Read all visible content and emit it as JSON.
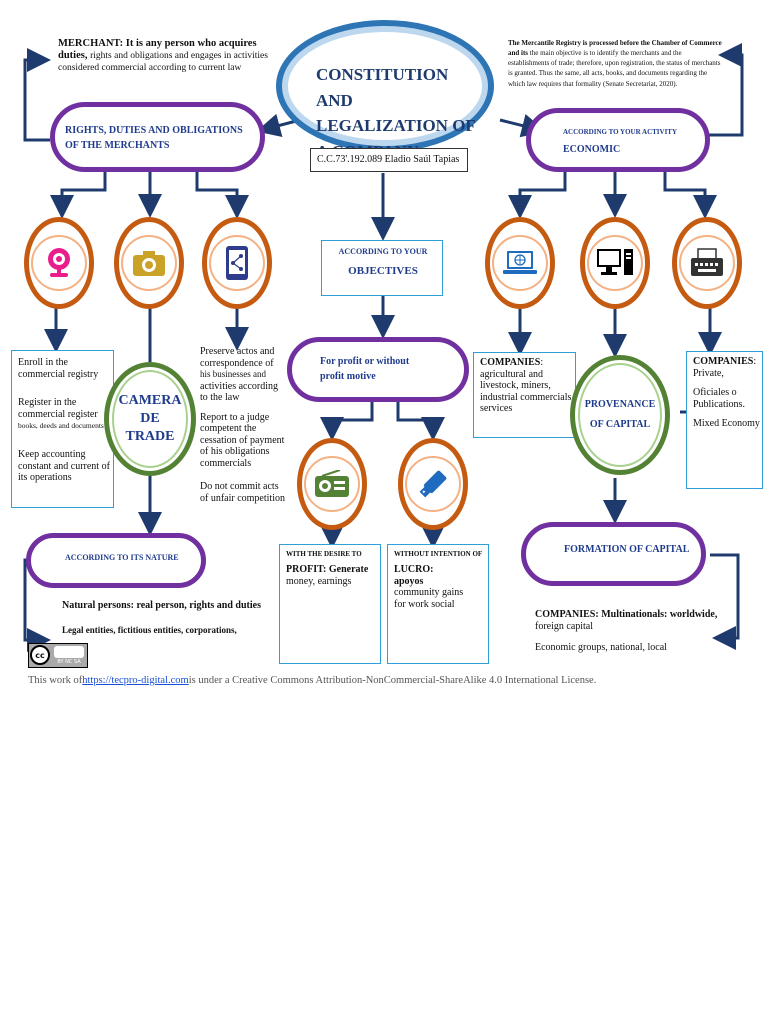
{
  "merchant_def": {
    "term": "MERCHANT",
    "lead": ": It is any person who acquires duties,",
    "rest": "rights and obligations and engages in activities considered commercial according to current law"
  },
  "title": {
    "text": "CONSTITUTION AND LEGALIZATION OF A COMPANY",
    "author": "C.C.73'.192.089 Eladio Saúl Tapias"
  },
  "registry_note": {
    "lead": "The Mercantile Registry is processed before the Chamber of Commerce and its",
    "rest": "the main objective is to identify the merchants and the establishments of trade; therefore, upon registration, the status of merchants is granted. Thus the same, all acts, books, and documents regarding the which law requires that formality (Senate Secretariat, 2020)."
  },
  "left": {
    "header": "RIGHTS, DUTIES AND OBLIGATIONS OF THE MERCHANTS",
    "icons": [
      "webcam-icon",
      "camera-icon",
      "smartphone-share-icon"
    ],
    "box1": {
      "p1": "Enroll in the commercial registry",
      "p2a": "Register in the commercial register",
      "p2b": "books, deeds and documents",
      "p3": "Keep accounting constant and current of its operations"
    },
    "camera_circle": "CAMERA DE TRADE",
    "col3": {
      "p1a": "Preserve actos and correspondence of",
      "p1b": "his businesses and",
      "p1c": "activities according to the law",
      "p2": "Report to a judge competent the cessation of payment of his obligations commercials",
      "p3": "Do not commit acts of unfair competition"
    },
    "nature_header": "ACCORDING TO ITS NATURE",
    "natural": "Natural persons: real person, rights and duties",
    "legal": "Legal entities, fictitious entities, corporations,"
  },
  "center": {
    "objectives_small": "ACCORDING TO YOUR",
    "objectives_big": "OBJECTIVES",
    "profit_pill": "For profit or without profit motive",
    "icons": [
      "radio-icon",
      "usb-drive-icon"
    ],
    "profit_box": {
      "small": "WITH THE DESIRE TO",
      "bold": "PROFIT",
      "rest1": ": Generate",
      "rest2": "money, earnings"
    },
    "nonprofit_box": {
      "small": "WITHOUT INTENTION OF",
      "bold": "LUCRO",
      "rest1": ": apoyos",
      "rest2": "community gains for work social"
    }
  },
  "right": {
    "activity_small": "ACCORDING TO YOUR ACTIVITY",
    "activity_big": "ECONOMIC",
    "icons": [
      "laptop-globe-icon",
      "desktop-computer-icon",
      "typewriter-icon"
    ],
    "companies1": {
      "title": "COMPANIES",
      "text": "agricultural and livestock, miners, industrial commercials, services"
    },
    "provenance": "PROVENANCE OF CAPITAL",
    "companies2": {
      "title": "COMPANIES",
      "l1": "Private,",
      "l2": "Oficiales o Publications.",
      "l3": "Mixed Economy"
    },
    "formation": "FORMATION OF CAPITAL",
    "multinationals": {
      "bold": "COMPANIES: Multinationals: worldwide,",
      "rest": "foreign capital",
      "groups": "Economic groups, national, local"
    }
  },
  "license": {
    "badge": "BY NC SA",
    "prefix": "This work of",
    "link": "https://tecpro-digital.com",
    "suffix": "is under a Creative Commons Attribution-NonCommercial-ShareAlike 4.0 International License."
  },
  "colors": {
    "navy": "#1f3b6e",
    "purple": "#7030a0",
    "orange": "#c55a11",
    "green": "#548235",
    "box_border": "#2e9fd8"
  }
}
